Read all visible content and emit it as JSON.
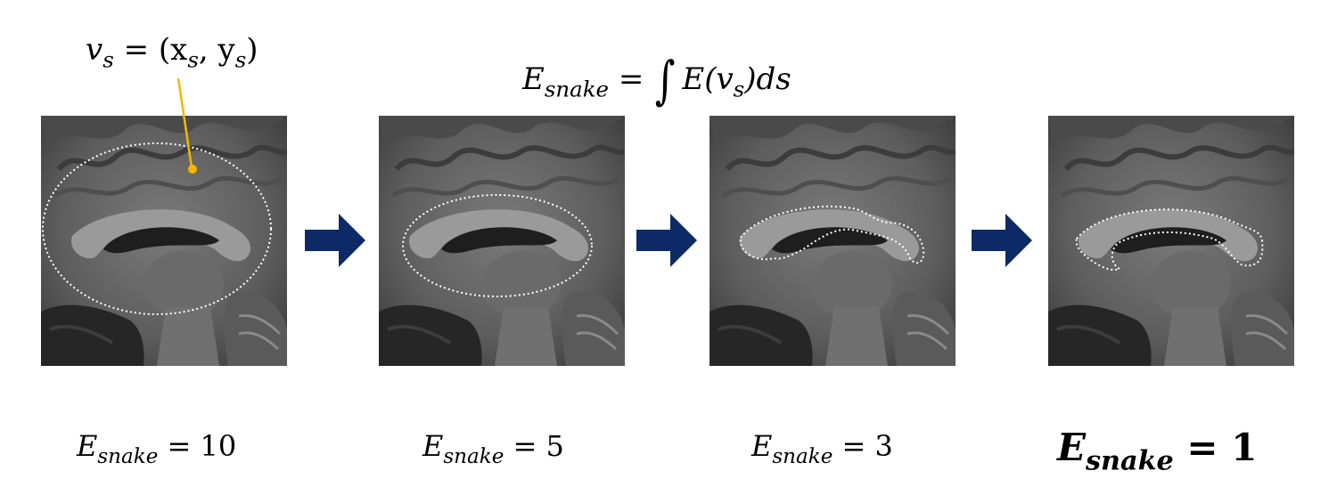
{
  "labels": {
    "vertex_lhs": "v",
    "vertex_lhs_sub": "s",
    "vertex_rhs": "= (x",
    "vertex_rhs_sub1": "s",
    "vertex_mid": ", y",
    "vertex_rhs_sub2": "s",
    "vertex_close": ")",
    "integral_lhs": "E",
    "integral_lhs_sub": "snake",
    "integral_eq": " =",
    "integral_sign": "∫",
    "integral_body": "E(v",
    "integral_body_sub": "s",
    "integral_tail": ")ds"
  },
  "panels": [
    {
      "energy_symbol": "E",
      "energy_sub": "snake",
      "energy_value": "= 10"
    },
    {
      "energy_symbol": "E",
      "energy_sub": "snake",
      "energy_value": "= 5"
    },
    {
      "energy_symbol": "E",
      "energy_sub": "snake",
      "energy_value": "= 3"
    },
    {
      "energy_symbol": "E",
      "energy_sub": "snake",
      "energy_value": "= 1"
    }
  ],
  "colors": {
    "arrow": "#0d2a66",
    "leader": "#f5b800",
    "contour": "#ffffff",
    "mri_base": "#6e6e6e"
  },
  "icons": {
    "step_arrow": "right-arrow-icon"
  }
}
